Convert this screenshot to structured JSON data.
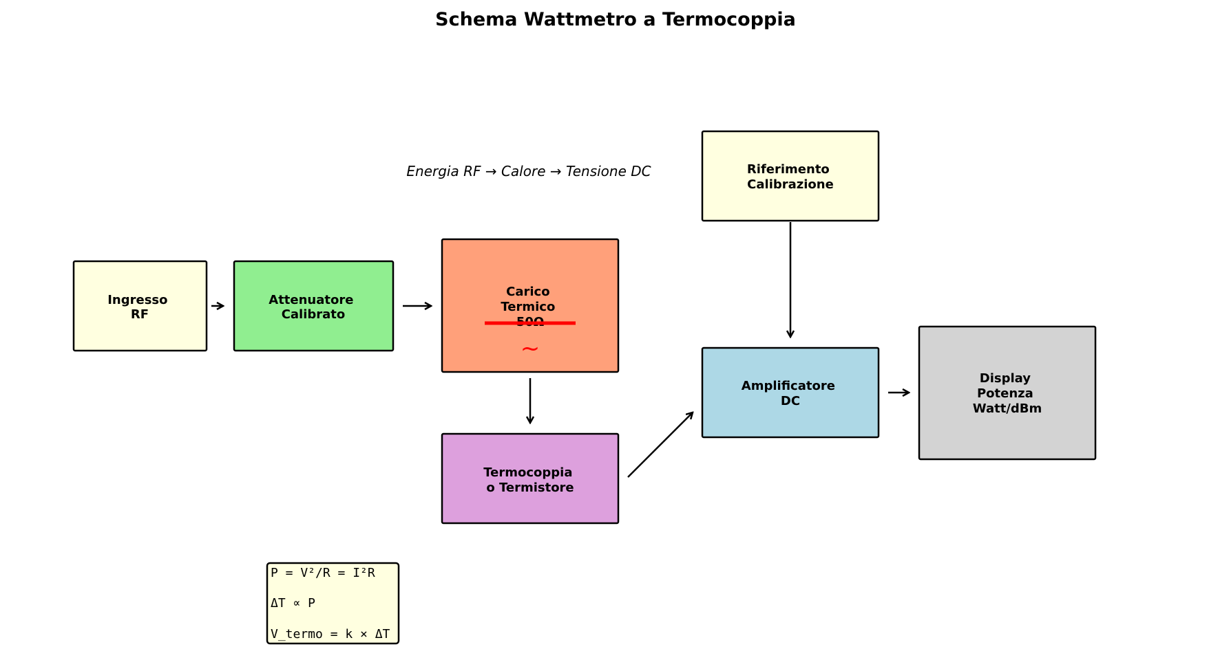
{
  "title": "Schema Wattmetro a Termocoppia",
  "flow_text": "Energia RF → Calore → Tensione DC",
  "colors": {
    "ingresso": "#ffffe0",
    "attenuatore": "#90ee90",
    "carico": "#ffa07a",
    "termocoppia": "#dda0dd",
    "riferimento": "#ffffe0",
    "amplificatore": "#add8e6",
    "display": "#d3d3d3",
    "formula_box": "#ffffe0",
    "resistor_bar": "#ff0000"
  },
  "blocks": {
    "ingresso": {
      "lines": [
        "Ingresso",
        "RF"
      ]
    },
    "attenuatore": {
      "lines": [
        "Attenuatore",
        "Calibrato"
      ]
    },
    "carico": {
      "lines": [
        "Carico",
        "Termico",
        "50Ω"
      ],
      "symbol": "~"
    },
    "termocoppia": {
      "lines": [
        "Termocoppia",
        "o Termistore"
      ]
    },
    "riferimento": {
      "lines": [
        "Riferimento",
        "Calibrazione"
      ]
    },
    "amplificatore": {
      "lines": [
        "Amplificatore",
        "DC"
      ]
    },
    "display": {
      "lines": [
        "Display",
        "Potenza",
        "Watt/dBm"
      ]
    }
  },
  "formulas": [
    "P = V²/R = I²R",
    "ΔT ∝ P",
    "V_termo = k × ΔT"
  ]
}
